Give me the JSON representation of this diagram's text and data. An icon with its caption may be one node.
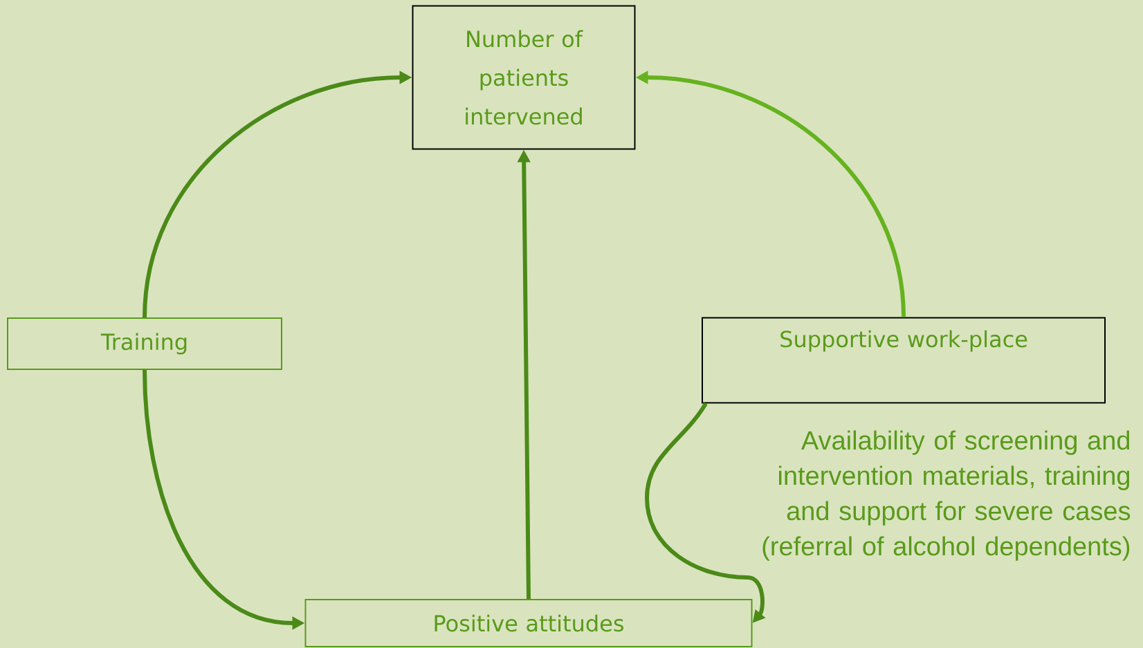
{
  "diagram": {
    "nodes": [
      {
        "text": [
          "Number of patients intervened"
        ]
      },
      {
        "text": [
          "Training"
        ]
      },
      {
        "text": [
          "Supportive work-place"
        ]
      },
      {
        "text": [
          "Positive attitudes"
        ]
      }
    ],
    "edges": [
      {
        "from": 1,
        "to": 0,
        "arrow": "to"
      },
      {
        "from": 2,
        "to": 0,
        "arrow": "to",
        "color": "#66b21f"
      },
      {
        "from": 3,
        "to": 0,
        "arrow": "to"
      },
      {
        "from": 1,
        "to": 3,
        "arrow": "to"
      },
      {
        "from": 2,
        "to": 3,
        "arrow": "to"
      }
    ],
    "labels": [
      "Availability of screening and intervention materials, training and support for severe cases (referral of alcohol dependents)"
    ]
  }
}
